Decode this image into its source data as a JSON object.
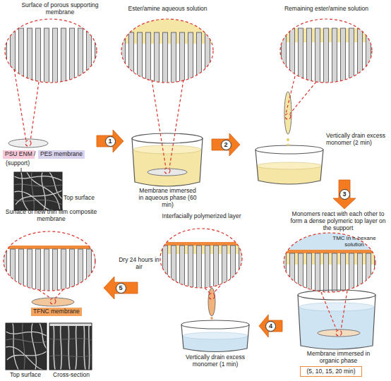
{
  "diagram": {
    "nodes": [
      {
        "text": [
          "PSU ENM",
          "/",
          "PES membrane",
          "(support)"
        ]
      },
      {
        "text": [
          "Membrane immersed in aqueous phase (60 min)"
        ]
      },
      {
        "text": [
          "Vertically drain excess monomer (2 min)"
        ]
      },
      {
        "text": [
          "Membrane immersed in organic phase"
        ]
      },
      {
        "text": [
          "(5, 10, 15, 20 min)"
        ],
        "in": 3
      },
      {
        "text": [
          "Vertically drain excess monomer (1 min)"
        ]
      },
      {
        "text": [
          "TFNC membrane"
        ]
      }
    ],
    "edges": [
      {
        "from": 0,
        "to": 1,
        "arrow": "to",
        "label": "1"
      },
      {
        "from": 1,
        "to": 2,
        "arrow": "to",
        "label": "2"
      },
      {
        "from": 2,
        "to": 3,
        "arrow": "to",
        "label": "3"
      },
      {
        "from": 3,
        "to": 5,
        "arrow": "to",
        "label": "4"
      },
      {
        "from": 5,
        "to": 6,
        "arrow": "to",
        "label": "5"
      }
    ],
    "labels": [
      "Surface of porous supporting membrane",
      "Ester/amine aqueous solution",
      "Remaining ester/amine solution",
      "Top surface",
      "Monomers react with each other to form a dense polymeric top layer on the support",
      "TMC in n-hexane solution",
      "Interfacially polymerized layer",
      "Surface of new thin film composite membrane",
      "Dry 24 hours in air",
      "Top surface",
      "Cross-section"
    ]
  }
}
